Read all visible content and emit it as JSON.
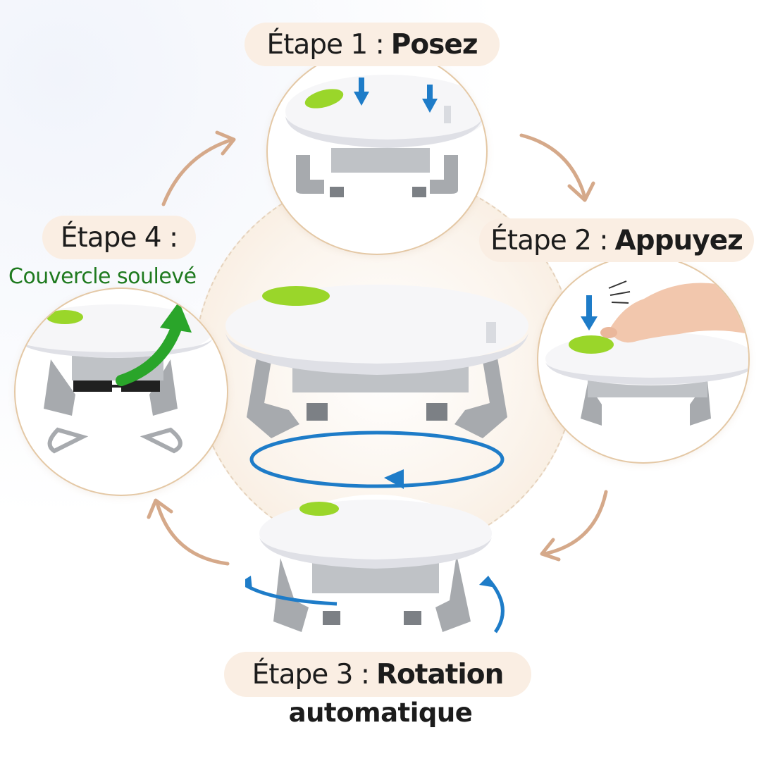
{
  "colors": {
    "pill_bg": "#faeee3",
    "cycle_arrow": "#d5a98a",
    "button_green": "#9ad62a",
    "rotation_blue": "#1e7cc8",
    "lift_green": "#2aa52a",
    "step4_caption": "#1f7a1f"
  },
  "steps": [
    {
      "prefix": "Étape 1 :",
      "action": "Posez",
      "icon": "press-down-arrows-icon"
    },
    {
      "prefix": "Étape 2 :",
      "action": "Appuyez",
      "icon": "finger-press-icon"
    },
    {
      "prefix": "Étape 3 :",
      "action": "Rotation",
      "action_line2": "automatique",
      "icon": "rotation-arrows-icon"
    },
    {
      "prefix": "Étape 4 :",
      "action": "",
      "caption": "Couvercle soulevé",
      "icon": "lift-arrow-icon"
    }
  ]
}
